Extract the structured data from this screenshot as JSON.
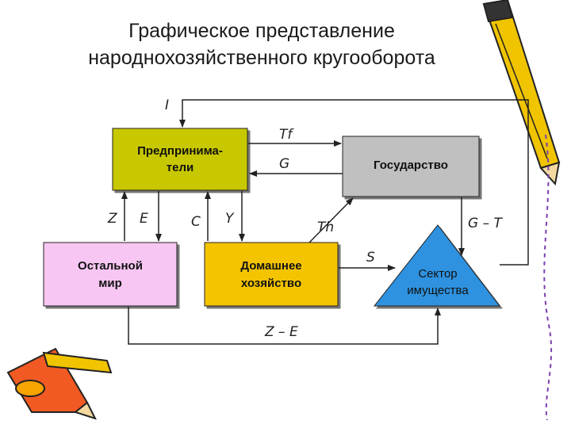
{
  "title": {
    "line1": "Графическое представление",
    "line2": "народнохозяйственного кругооборота"
  },
  "nodes": {
    "entrepreneurs": {
      "line1": "Предпринима-",
      "line2": "тели",
      "color": "#c8c800"
    },
    "state": {
      "label": "Государство",
      "color": "#c0c0c0"
    },
    "rest_of_world": {
      "line1": "Остальной",
      "line2": "мир",
      "color": "#f7c6f2"
    },
    "households": {
      "line1": "Домашнее",
      "line2": "хозяйство",
      "color": "#f5c400"
    },
    "property_sector": {
      "line1": "Сектор",
      "line2": "имущества",
      "color": "#2f92e0"
    }
  },
  "flows": {
    "I": "I",
    "Tf": "Tf",
    "G": "G",
    "Z": "Z",
    "E": "E",
    "C": "C",
    "Y": "Y",
    "Th": "Th",
    "G_minus_T": "G – T",
    "S": "S",
    "Z_minus_E": "Z – E"
  },
  "decorations": [
    "pencil-icon",
    "pencils-icon"
  ]
}
